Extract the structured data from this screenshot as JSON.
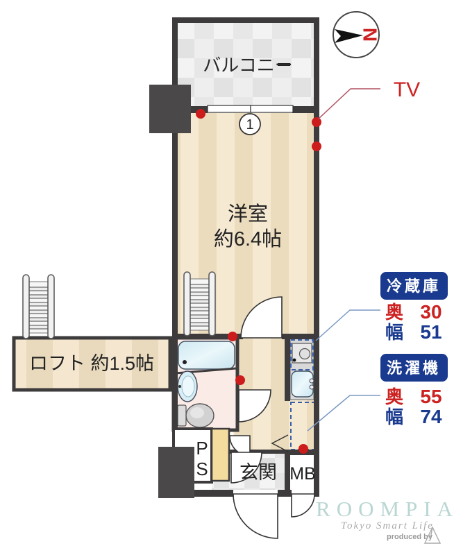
{
  "title": "floor-plan",
  "colors": {
    "wall": "#3d3b3c",
    "accent_red": "#cc1f1f",
    "navy": "#1a3a8f",
    "dashed_blue": "#3a5fa8",
    "leader_blue": "#7a99c4",
    "leader_red": "#b05060",
    "floor_light": "#f6e9d2",
    "floor_dark": "#ecdcbe",
    "yellow_cabinet": "#f3dc9e",
    "logo_teal": "#b9d6d2"
  },
  "compass": {
    "north": "N"
  },
  "balcony": {
    "label": "バルコニー"
  },
  "room": {
    "label": "洋室",
    "size": "約6.4帖",
    "marker": "1"
  },
  "loft": {
    "label": "ロフト 約1.5帖"
  },
  "entrance": {
    "label": "玄関"
  },
  "meter_box": {
    "label": "MB"
  },
  "pipe_space": {
    "line1": "P",
    "line2": "S"
  },
  "tv": {
    "label": "TV"
  },
  "fridge": {
    "title": "冷蔵庫",
    "depth_label": "奥",
    "depth_value": "30",
    "width_label": "幅",
    "width_value": "51"
  },
  "washer": {
    "title": "洗濯機",
    "depth_label": "奥",
    "depth_value": "55",
    "width_label": "幅",
    "width_value": "74"
  },
  "logo": {
    "name": "ROOMPIA",
    "tagline": "Tokyo Smart Life",
    "produced_by": "produced by"
  }
}
